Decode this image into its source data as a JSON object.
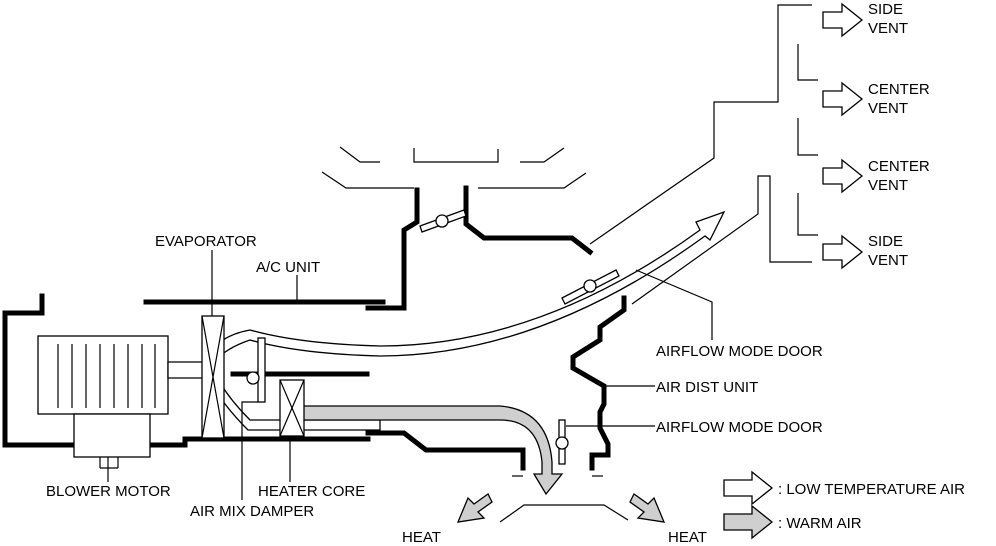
{
  "labels": {
    "evaporator": "EVAPORATOR",
    "ac_unit": "A/C UNIT",
    "blower_motor": "BLOWER MOTOR",
    "heater_core": "HEATER CORE",
    "air_mix_damper": "AIR MIX DAMPER",
    "airflow_mode_door_upper": "AIRFLOW MODE DOOR",
    "air_dist_unit": "AIR DIST UNIT",
    "airflow_mode_door_lower": "AIRFLOW MODE DOOR",
    "heat_left": "HEAT",
    "heat_right": "HEAT",
    "side_vent_top_1": "SIDE",
    "side_vent_top_2": "VENT",
    "center_vent_1_1": "CENTER",
    "center_vent_1_2": "VENT",
    "center_vent_2_1": "CENTER",
    "center_vent_2_2": "VENT",
    "side_vent_bottom_1": "SIDE",
    "side_vent_bottom_2": "VENT"
  },
  "legend": {
    "low_temp": ": LOW TEMPERATURE AIR",
    "warm": ": WARM AIR"
  },
  "colors": {
    "line": "#000000",
    "warm_air_fill": "#cfcfcf",
    "low_temp_air_fill": "#ffffff"
  }
}
